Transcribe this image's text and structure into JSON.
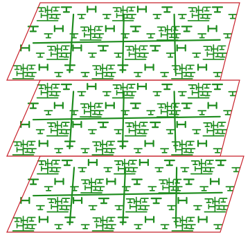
{
  "figure": {
    "kind": "stacked-fractal-layers",
    "layer_count": 3,
    "colors": {
      "background": "#ffffff",
      "frame": "#c8202a",
      "pattern": "#1e8c1e"
    },
    "icons": [
      "fractal-tree-pattern",
      "parallelogram-frame"
    ]
  }
}
